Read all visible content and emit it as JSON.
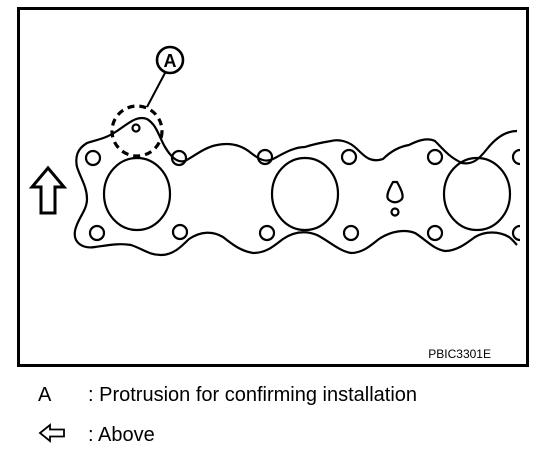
{
  "figure": {
    "code": "PBIC3301E",
    "callout_label": "A"
  },
  "legend": {
    "items": [
      {
        "key": "A",
        "text": ": Protrusion for confirming installation"
      },
      {
        "key_icon": "hollow-left-arrow-icon",
        "text": ": Above"
      }
    ]
  }
}
